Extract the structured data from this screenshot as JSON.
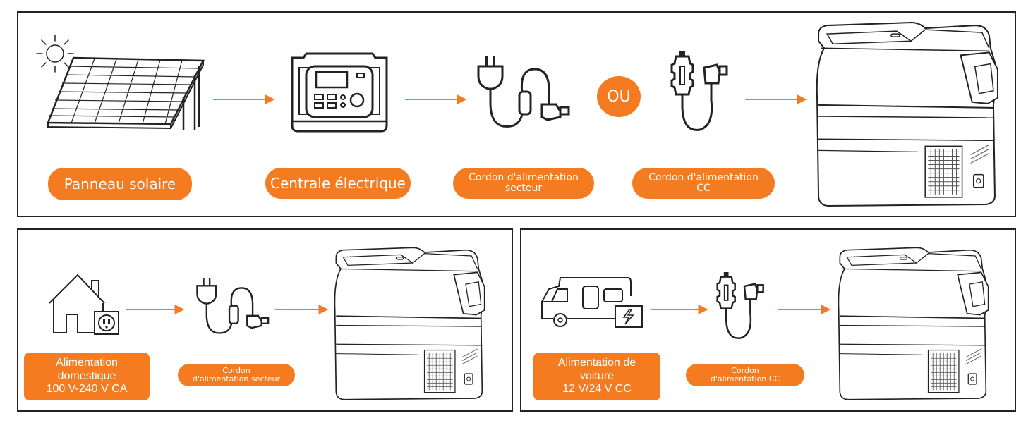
{
  "colors": {
    "accent": "#f47b20",
    "line": "#222222"
  },
  "top": {
    "labels": {
      "solar": "Panneau solaire",
      "station": "Centrale électrique",
      "ac_cord": "Cordon d'alimentation\nsecteur",
      "or": "OU",
      "dc_cord": "Cordon d'alimentation\nCC"
    },
    "icons": [
      "sun-icon",
      "solar-panel-icon",
      "power-station-icon",
      "ac-power-cord-icon",
      "dc-car-cord-icon",
      "portable-fridge-icon"
    ]
  },
  "bottom_left": {
    "labels": {
      "home": "Alimentation\ndomestique\n100 V-240 V CA",
      "ac_cord": "Cordon\nd'alimentation secteur"
    },
    "icons": [
      "house-outlet-icon",
      "ac-power-cord-icon",
      "portable-fridge-icon"
    ]
  },
  "bottom_right": {
    "labels": {
      "car": "Alimentation de\nvoiture\n12 V/24 V CC",
      "dc_cord": "Cordon\nd'alimentation CC"
    },
    "icons": [
      "camper-van-icon",
      "dc-car-cord-icon",
      "portable-fridge-icon"
    ]
  }
}
